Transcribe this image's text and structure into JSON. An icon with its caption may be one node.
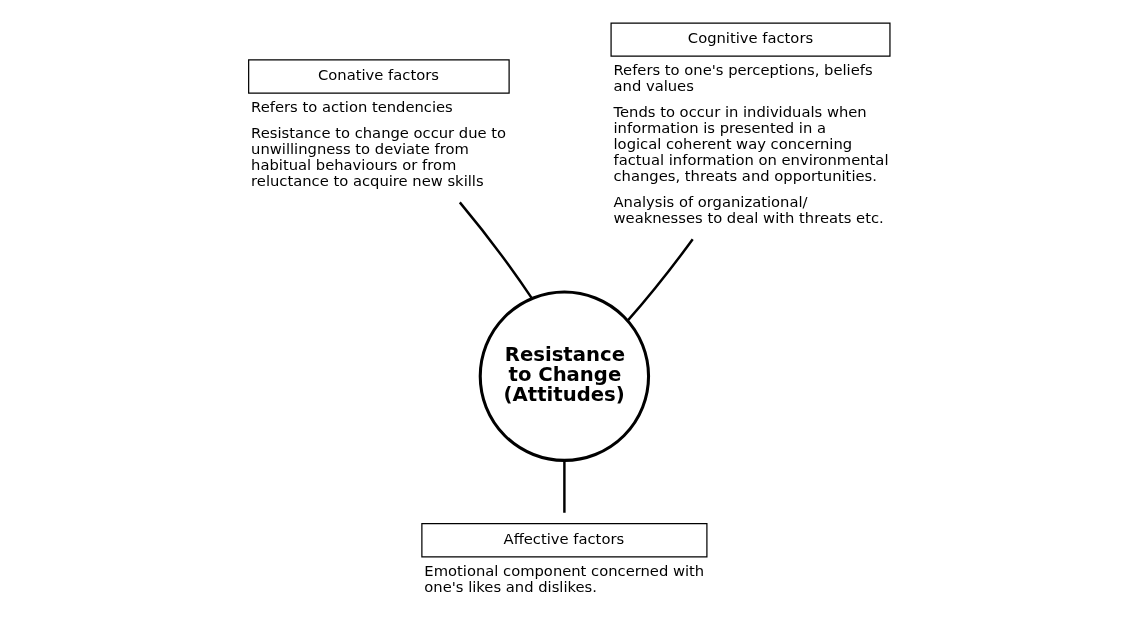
{
  "diagram": {
    "nodes": [
      {
        "text": [
          "Conative factors"
        ],
        "beside": [
          "Refers to action tendencies",
          "Resistance to change occur due to unwillingness to deviate from habitual behaviours or from reluctance to acquire new skills"
        ]
      },
      {
        "text": [
          "Cognitive factors"
        ],
        "beside": [
          "Refers to one's perceptions, beliefs and values",
          "Tends to occur in individuals when information is presented in a logical coherent way concerning factual information on environmental changes, threats and opportunities.",
          "Analysis of organizational/ weaknesses to deal with threats etc."
        ]
      },
      {
        "text": [
          "Resistance to Change (Attitudes)"
        ]
      },
      {
        "text": [
          "Affective factors"
        ],
        "beside": [
          "Emotional component concerned with one's likes and dislikes."
        ]
      }
    ],
    "edges": [
      {
        "from": 2,
        "to": 0,
        "arrow": "none"
      },
      {
        "from": 2,
        "to": 1,
        "arrow": "none"
      },
      {
        "from": 2,
        "to": 3,
        "arrow": "none"
      }
    ]
  }
}
